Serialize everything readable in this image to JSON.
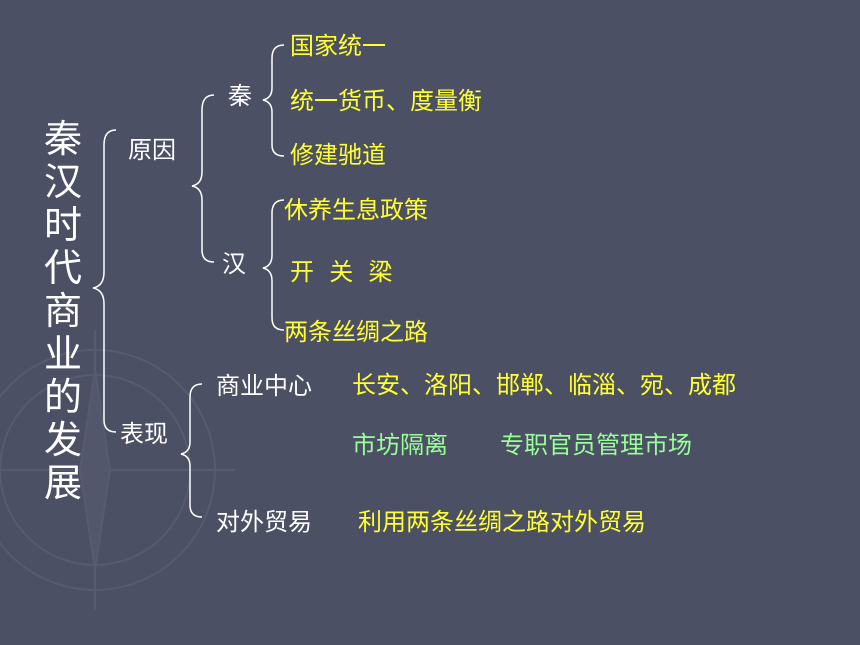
{
  "slide": {
    "title": "秦汉时代商业的发展",
    "colors": {
      "background": "#4c5064",
      "label": "#ffffff",
      "highlight": "#ffff33",
      "note": "#99ff99"
    },
    "causes": {
      "label": "原因",
      "qin": {
        "label": "秦",
        "items": [
          "国家统一",
          "统一货币、度量衡",
          "修建驰道"
        ]
      },
      "han": {
        "label": "汉",
        "items": [
          "休养生息政策",
          "开  关  梁",
          "两条丝绸之路"
        ]
      }
    },
    "manifestations": {
      "label": "表现",
      "centers": {
        "label": "商业中心",
        "value": "长安、洛阳、邯郸、临淄、宛、成都",
        "notes": [
          "市坊隔离",
          "专职官员管理市场"
        ]
      },
      "trade": {
        "label": "对外贸易",
        "value": "利用两条丝绸之路对外贸易"
      }
    }
  }
}
